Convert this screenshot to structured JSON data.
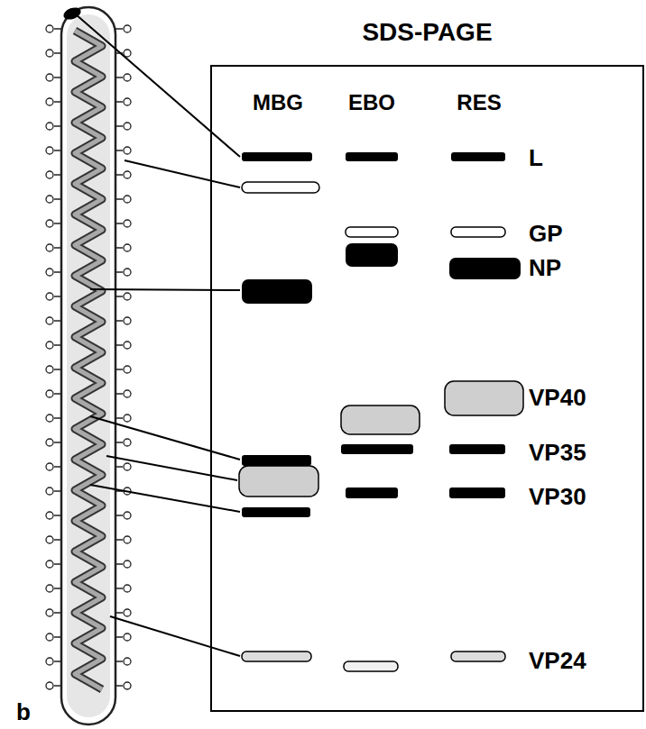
{
  "diagram": {
    "nodes": [
      {
        "text": [
          "SDS-PAGE"
        ]
      }
    ],
    "labels": [
      "MBG",
      "EBO",
      "RES",
      "L",
      "GP",
      "NP",
      "VP40",
      "VP35",
      "VP30",
      "VP24",
      "b"
    ]
  }
}
